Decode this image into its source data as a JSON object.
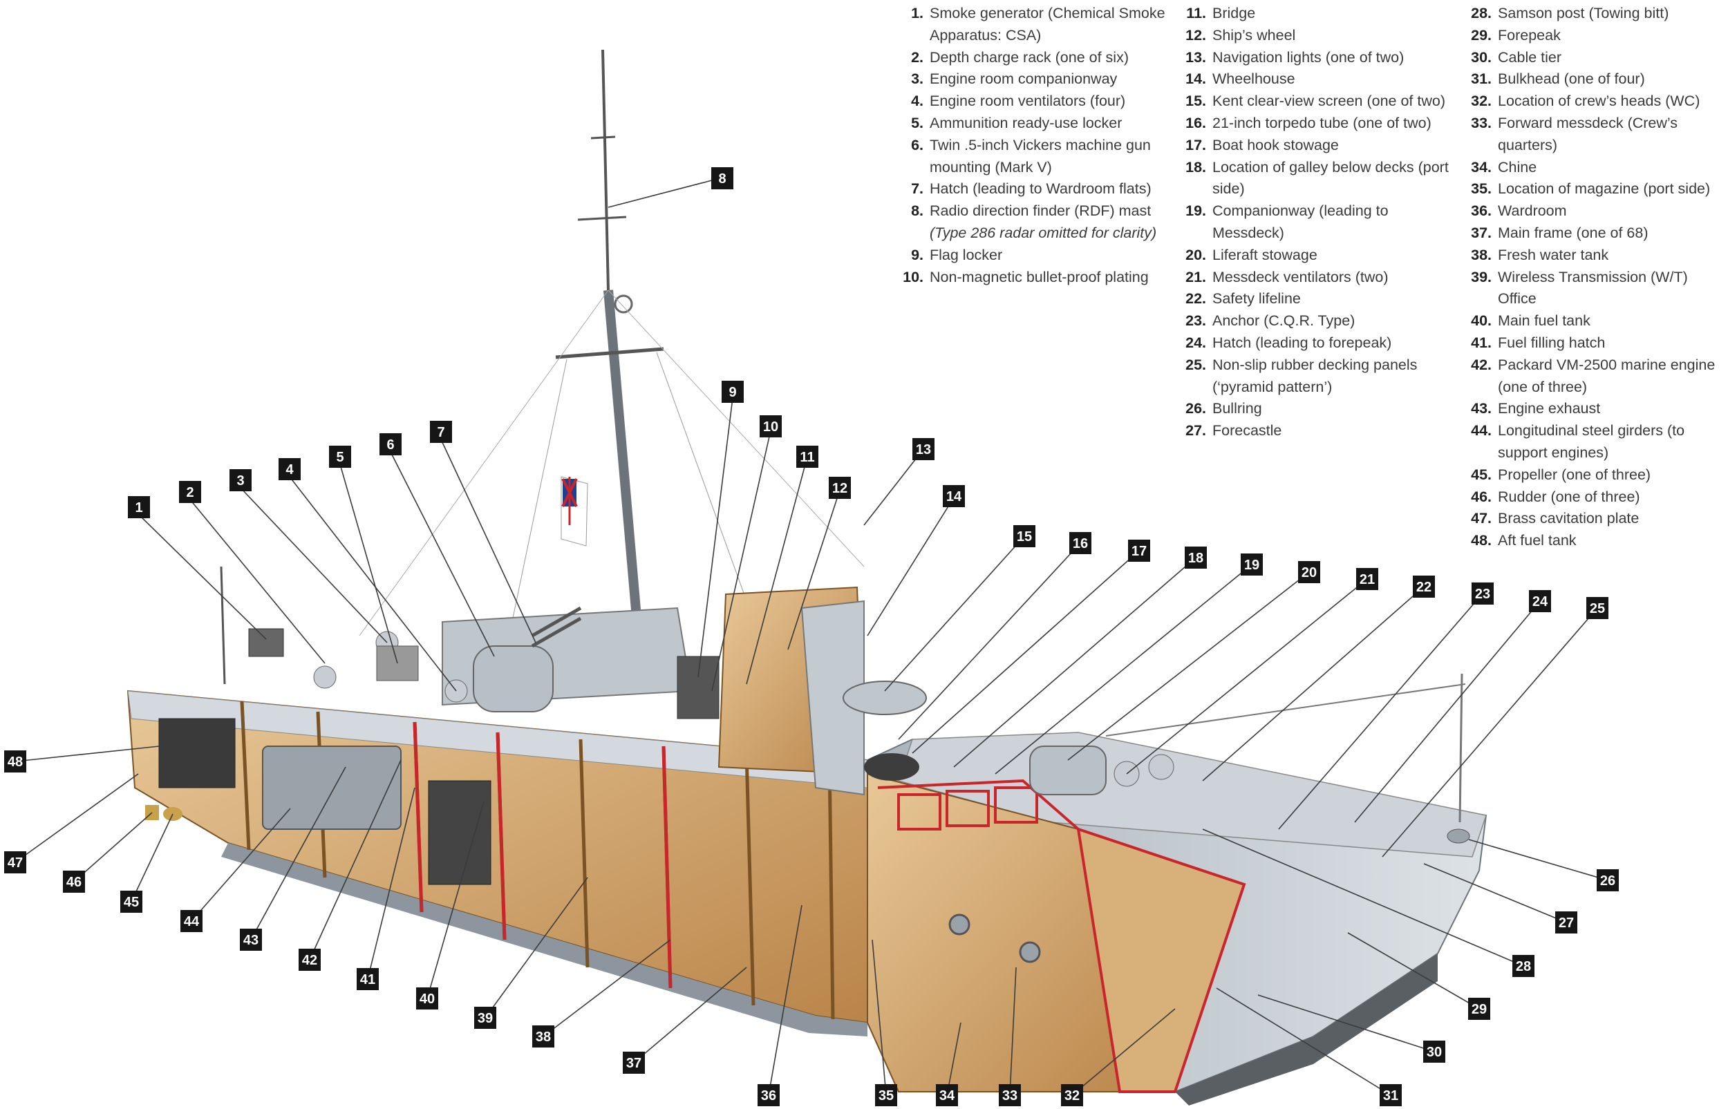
{
  "legend": [
    {
      "num": "1.",
      "text": "Smoke generator (Chemical Smoke Apparatus: CSA)"
    },
    {
      "num": "2.",
      "text": "Depth charge rack (one of six)"
    },
    {
      "num": "3.",
      "text": "Engine room companionway"
    },
    {
      "num": "4.",
      "text": "Engine room ventilators (four)"
    },
    {
      "num": "5.",
      "text": "Ammunition ready-use locker"
    },
    {
      "num": "6.",
      "text": "Twin .5-inch Vickers machine gun mounting (Mark V)"
    },
    {
      "num": "7.",
      "text": "Hatch (leading to Wardroom flats)"
    },
    {
      "num": "8.",
      "text": "Radio direction finder (RDF) mast",
      "note": "(Type 286 radar omitted for clarity)"
    },
    {
      "num": "9.",
      "text": "Flag locker"
    },
    {
      "num": "10.",
      "text": "Non-magnetic bullet-proof plating"
    },
    {
      "num": "11.",
      "text": "Bridge"
    },
    {
      "num": "12.",
      "text": "Ship’s wheel"
    },
    {
      "num": "13.",
      "text": "Navigation lights (one of two)"
    },
    {
      "num": "14.",
      "text": "Wheelhouse"
    },
    {
      "num": "15.",
      "text": "Kent clear-view screen (one of two)"
    },
    {
      "num": "16.",
      "text": "21-inch torpedo tube (one of two)"
    },
    {
      "num": "17.",
      "text": "Boat hook stowage"
    },
    {
      "num": "18.",
      "text": "Location of galley below decks (port side)"
    },
    {
      "num": "19.",
      "text": "Companionway (leading to Messdeck)"
    },
    {
      "num": "20.",
      "text": "Liferaft stowage"
    },
    {
      "num": "21.",
      "text": "Messdeck ventilators (two)"
    },
    {
      "num": "22.",
      "text": "Safety lifeline"
    },
    {
      "num": "23.",
      "text": "Anchor (C.Q.R. Type)"
    },
    {
      "num": "24.",
      "text": "Hatch (leading to forepeak)"
    },
    {
      "num": "25.",
      "text": "Non-slip rubber decking panels (‘pyramid pattern’)"
    },
    {
      "num": "26.",
      "text": "Bullring"
    },
    {
      "num": "27.",
      "text": "Forecastle"
    },
    {
      "num": "28.",
      "text": "Samson post (Towing bitt)"
    },
    {
      "num": "29.",
      "text": "Forepeak"
    },
    {
      "num": "30.",
      "text": "Cable tier"
    },
    {
      "num": "31.",
      "text": "Bulkhead (one of four)"
    },
    {
      "num": "32.",
      "text": "Location of crew’s heads (WC)"
    },
    {
      "num": "33.",
      "text": "Forward messdeck (Crew’s quarters)"
    },
    {
      "num": "34.",
      "text": "Chine"
    },
    {
      "num": "35.",
      "text": "Location of magazine (port side)"
    },
    {
      "num": "36.",
      "text": "Wardroom"
    },
    {
      "num": "37.",
      "text": "Main frame (one of 68)"
    },
    {
      "num": "38.",
      "text": "Fresh water tank"
    },
    {
      "num": "39.",
      "text": "Wireless Transmission (W/T) Office"
    },
    {
      "num": "40.",
      "text": "Main fuel tank"
    },
    {
      "num": "41.",
      "text": "Fuel filling hatch"
    },
    {
      "num": "42.",
      "text": "Packard VM-2500 marine engine (one of three)"
    },
    {
      "num": "43.",
      "text": "Engine exhaust"
    },
    {
      "num": "44.",
      "text": "Longitudinal steel girders (to support engines)"
    },
    {
      "num": "45.",
      "text": "Propeller (one of three)"
    },
    {
      "num": "46.",
      "text": "Rudder (one of three)"
    },
    {
      "num": "47.",
      "text": "Brass cavitation plate"
    },
    {
      "num": "48.",
      "text": "Aft fuel tank"
    }
  ],
  "callouts": [
    "1",
    "2",
    "3",
    "4",
    "5",
    "6",
    "7",
    "8",
    "9",
    "10",
    "11",
    "12",
    "13",
    "14",
    "15",
    "16",
    "17",
    "18",
    "19",
    "20",
    "21",
    "22",
    "23",
    "24",
    "25",
    "26",
    "27",
    "28",
    "29",
    "30",
    "31",
    "32",
    "33",
    "34",
    "35",
    "36",
    "37",
    "38",
    "39",
    "40",
    "41",
    "42",
    "43",
    "44",
    "45",
    "46",
    "47",
    "48"
  ],
  "colors": {
    "hull_grey": "#b9c1c8",
    "hull_dark": "#8d969e",
    "timber": "#d9b27a",
    "timber_dark": "#a9743a",
    "bulkhead_red": "#c8262b",
    "deck": "#cdd3d8",
    "ensign_red": "#c8262b",
    "ensign_blue": "#1f3f8f"
  }
}
